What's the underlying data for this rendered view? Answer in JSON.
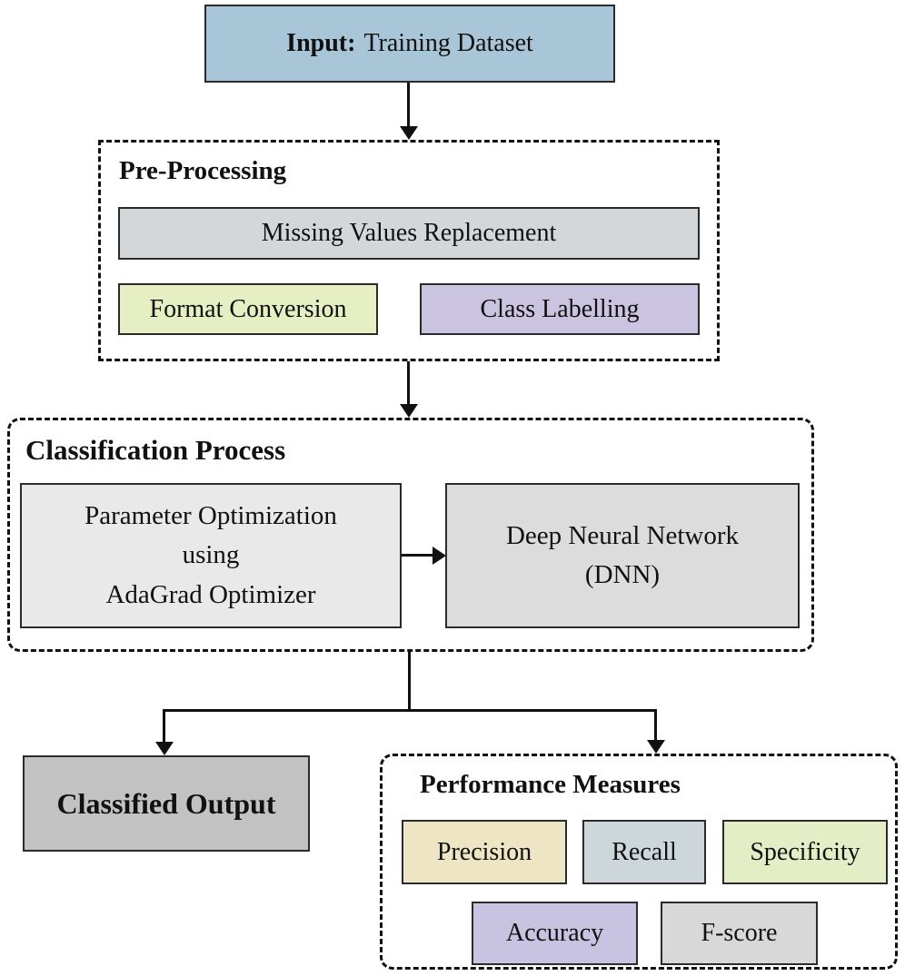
{
  "diagram": {
    "input": {
      "label_bold": "Input:",
      "label_rest": "Training Dataset",
      "bg": "#a9c6d8"
    },
    "preprocessing": {
      "title": "Pre-Processing",
      "items": [
        {
          "label": "Missing Values Replacement",
          "bg": "#d3d7da"
        },
        {
          "label": "Format Conversion",
          "bg": "#e6eec3"
        },
        {
          "label": "Class Labelling",
          "bg": "#cac4e1"
        }
      ]
    },
    "classification": {
      "title": "Classification Process",
      "optimizer": {
        "line1": "Parameter Optimization",
        "line2": "using",
        "line3": "AdaGrad Optimizer",
        "bg": "#e9e9e9"
      },
      "dnn": {
        "line1": "Deep Neural Network",
        "line2": "(DNN)",
        "bg": "#dcdcdc"
      }
    },
    "classified_output": {
      "label": "Classified Output",
      "bg": "#c2c2c2"
    },
    "performance": {
      "title": "Performance Measures",
      "items": [
        {
          "label": "Precision",
          "bg": "#ede5c4"
        },
        {
          "label": "Recall",
          "bg": "#cdd7d9"
        },
        {
          "label": "Specificity",
          "bg": "#e3eec7"
        },
        {
          "label": "Accuracy",
          "bg": "#c9c3e2"
        },
        {
          "label": "F-score",
          "bg": "#d8d8d8"
        }
      ]
    }
  }
}
